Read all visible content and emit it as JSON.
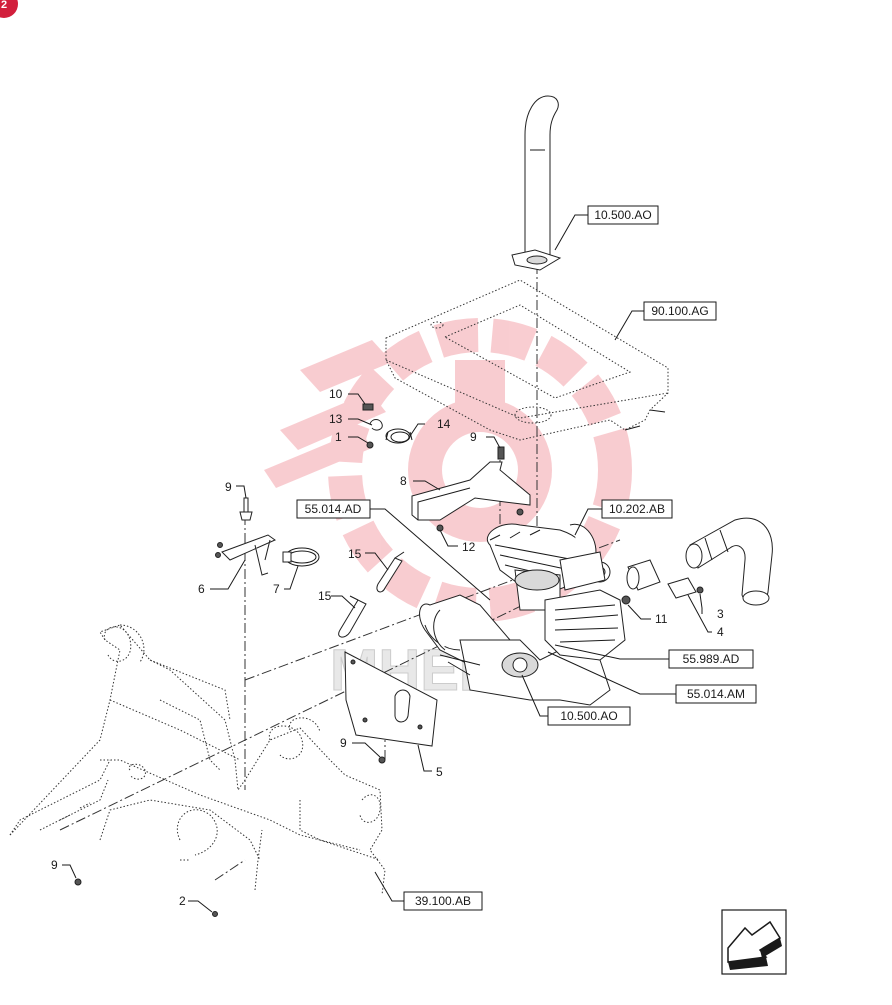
{
  "badge": {
    "text": "2",
    "color": "#d21f3c"
  },
  "watermark": {
    "text": "MHEP",
    "color": "#f4b3b8",
    "icon": "gear-crane-logo"
  },
  "item_labels": [
    "10",
    "13",
    "1",
    "14",
    "9",
    "8",
    "12",
    "9",
    "6",
    "7",
    "15",
    "15",
    "11",
    "3",
    "4",
    "9",
    "5",
    "9",
    "2"
  ],
  "ref_boxes": [
    "10.500.AO",
    "90.100.AG",
    "55.014.AD",
    "10.202.AB",
    "55.989.AD",
    "55.014.AM",
    "10.500.AO",
    "39.100.AB"
  ],
  "nav_icon": "previous-page-arrow-icon"
}
